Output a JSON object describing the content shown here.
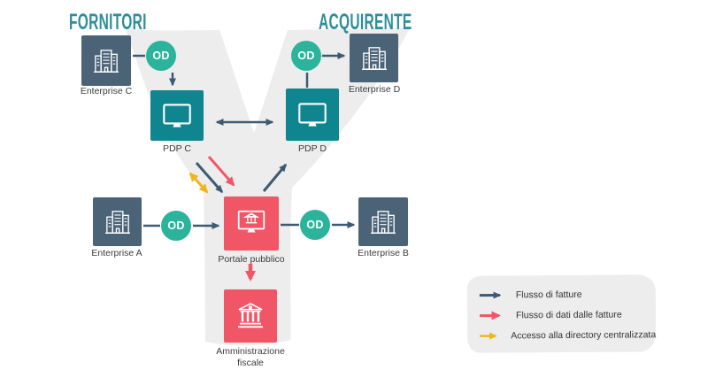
{
  "titles": {
    "suppliers": "FORNITORI",
    "buyer": "ACQUIRENTE"
  },
  "od_label": "OD",
  "nodes": {
    "enterprise_c": {
      "label": "Enterprise C"
    },
    "enterprise_d": {
      "label": "Enterprise D"
    },
    "enterprise_a": {
      "label": "Enterprise A"
    },
    "enterprise_b": {
      "label": "Enterprise B"
    },
    "pdp_c": {
      "label": "PDP C"
    },
    "pdp_d": {
      "label": "PDP D"
    },
    "portale_pubblico": {
      "label": "Portale pubblico"
    },
    "amministrazione_fiscale": {
      "label_line1": "Amministrazione",
      "label_line2": "fiscale"
    }
  },
  "legend": {
    "items": [
      {
        "id": "invoice-flow",
        "label": "Flusso di fatture",
        "color": "#3d5a73"
      },
      {
        "id": "invoice-data-flow",
        "label": "Flusso di dati dalle fatture",
        "color": "#f05666"
      },
      {
        "id": "directory-access",
        "label": "Accesso alla directory centralizzata",
        "color": "#f0b41f"
      }
    ]
  },
  "colors": {
    "title": "#2d8e99",
    "enterprise_box": "#4b6377",
    "pdp_box": "#0f868f",
    "od_circle": "#2cb39b",
    "public_box": "#f05666",
    "flow_invoices": "#3d5a73",
    "flow_data": "#f05666",
    "flow_directory": "#f0b41f",
    "background_shape": "#ededed"
  }
}
